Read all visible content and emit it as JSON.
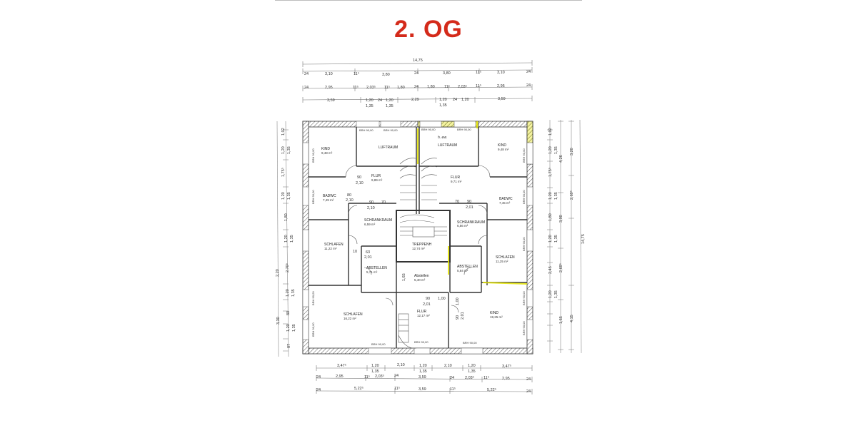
{
  "title": "2. OG",
  "colors": {
    "title": "#d42a1a",
    "highlight": "#e4e400",
    "wall": "#444444"
  },
  "dimensions": {
    "top": {
      "overall": "14,75",
      "row1": [
        "24",
        "3,10",
        "11⁵",
        "3,80",
        "24",
        "3,80",
        "11⁵",
        "3,10",
        "24"
      ],
      "row2": [
        "24",
        "2,95",
        "11⁵",
        "2,03⁵",
        "11⁵",
        "1,80",
        "24",
        "1,80",
        "11⁵",
        "2,03⁵",
        "11⁵",
        "2,95",
        "24"
      ],
      "row3": [
        "3,59",
        "1,20",
        "1,35",
        "24",
        "1,20",
        "1,35",
        "2,29",
        "1,20",
        "1,35",
        "24",
        "1,20",
        "3,59"
      ]
    },
    "bottom": {
      "row1": [
        "3,47⁵",
        "1,20",
        "1,35",
        "2,10",
        "1,20",
        "1,35",
        "2,10",
        "1,20",
        "1,35",
        "3,47⁵"
      ],
      "row2": [
        "24",
        "2,95",
        "11⁵",
        "2,03⁵",
        "24",
        "3,59",
        "24",
        "2,03⁵",
        "11⁵",
        "2,95",
        "24"
      ],
      "row3": [
        "24",
        "5,22⁵",
        "11⁵",
        "3,59",
        "11⁵",
        "5,22⁵",
        "24"
      ]
    },
    "left": [
      "1,02",
      "1,20",
      "1,35",
      "1,75⁵",
      "1,20",
      "1,35",
      "1,80",
      "1,20",
      "1,35",
      "2,70⁵",
      "1,20",
      "1,35",
      "80",
      "1,20",
      "1,35",
      "87",
      "2,20",
      "3,30"
    ],
    "right": [
      "1,02",
      "1,20",
      "1,35",
      "1,75⁵",
      "4,26",
      "3,20",
      "1,20",
      "1,35",
      "2,69⁵",
      "1,80",
      "3,90",
      "1,20",
      "1,35",
      "2,45",
      "2,69⁵",
      "1,20",
      "1,35",
      "4,15",
      "1,65",
      "14,75"
    ]
  },
  "rooms": [
    {
      "name": "KIND",
      "area": "9,48 m²"
    },
    {
      "name": "LUFTRAUM",
      "area": ""
    },
    {
      "name": "LUFTRAUM",
      "area": ""
    },
    {
      "name": "KIND",
      "area": "9,48 m²"
    },
    {
      "name": "FLUR",
      "area": "9,89 m²"
    },
    {
      "name": "FLUR",
      "area": "9,71 m²"
    },
    {
      "name": "BADWC",
      "area": "7,49 m²"
    },
    {
      "name": "BADWC",
      "area": "7,45 m²"
    },
    {
      "name": "SCHRANKRAUM",
      "area": "6,59 m²"
    },
    {
      "name": "SCHRANKRAUM",
      "area": "6,56 m²"
    },
    {
      "name": "SCHLAFEN",
      "area": "11,22 m²"
    },
    {
      "name": "SCHLAFEN",
      "area": "11,25 m²"
    },
    {
      "name": "TREPPENH",
      "area": "12,74 m²"
    },
    {
      "name": "ABSTELLEN",
      "area": "5,71 m²"
    },
    {
      "name": "ABSTELLEN",
      "area": "5,84 m²"
    },
    {
      "name": "Abstellen",
      "area": "5,40 m²"
    },
    {
      "name": "SCHLAFEN",
      "area": "16,22 m²"
    },
    {
      "name": "FLUR",
      "area": "12,17 m²"
    },
    {
      "name": "KIND",
      "area": "19,25 m²"
    }
  ],
  "annotations": {
    "brh": "BRH 90,00",
    "handwritten": "h. ew.",
    "door_dims": [
      "90",
      "2,10",
      "80",
      "2,10",
      "90",
      "70",
      "2,10",
      "90",
      "70",
      "2,01",
      "63",
      "2,01",
      "10",
      "90",
      "1,00",
      "2,01",
      "1,65",
      "1,00",
      "90",
      "2,01"
    ]
  }
}
